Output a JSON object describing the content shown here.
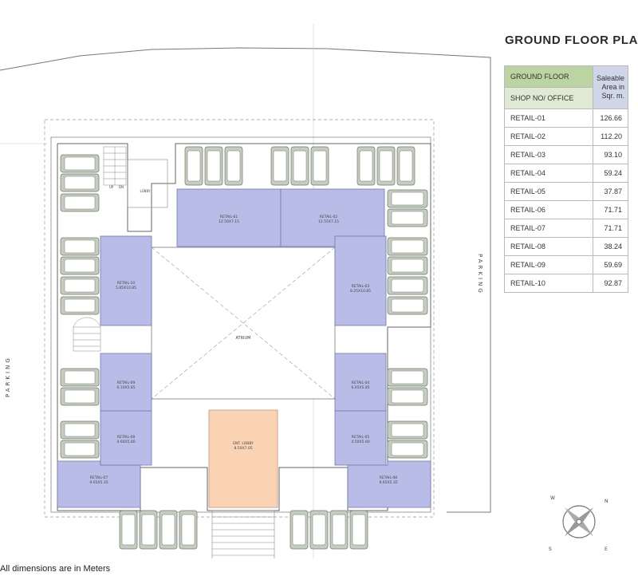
{
  "title": "GROUND FLOOR PLAN",
  "table": {
    "header_floor": "GROUND FLOOR",
    "header_shop": "SHOP NO/ OFFICE",
    "header_area": "Saleable Area in Sqr. m.",
    "rows": [
      {
        "unit": "RETAIL-01",
        "area": "126.66"
      },
      {
        "unit": "RETAIL-02",
        "area": "112.20"
      },
      {
        "unit": "RETAIL-03",
        "area": "93.10"
      },
      {
        "unit": "RETAIL-04",
        "area": "59.24"
      },
      {
        "unit": "RETAIL-05",
        "area": "37.87"
      },
      {
        "unit": "RETAIL-06",
        "area": "71.71"
      },
      {
        "unit": "RETAIL-07",
        "area": "71.71"
      },
      {
        "unit": "RETAIL-08",
        "area": "38.24"
      },
      {
        "unit": "RETAIL-09",
        "area": "59.69"
      },
      {
        "unit": "RETAIL-10",
        "area": "92.87"
      }
    ]
  },
  "plan": {
    "parking_left": "PARKING",
    "parking_right": "PARKING",
    "atrium": "ATRIUM",
    "lobby": "LOBBY",
    "stair_up": "UP",
    "stair_dn": "DN",
    "retail_labels": [
      {
        "name": "RETAIL-01",
        "dims": "12.50X7.15"
      },
      {
        "name": "RETAIL-02",
        "dims": "12.55X7.15"
      },
      {
        "name": "RETAIL-03",
        "dims": "8.25X10.85"
      },
      {
        "name": "RETAIL-04",
        "dims": "6.05X5.85"
      },
      {
        "name": "RETAIL-05",
        "dims": "4.50X5.60"
      },
      {
        "name": "RETAIL-06",
        "dims": "9.65X5.35"
      },
      {
        "name": "RETAIL-07",
        "dims": "9.65X5.35"
      },
      {
        "name": "RETAIL-08",
        "dims": "4.60X5.60"
      },
      {
        "name": "RETAIL-09",
        "dims": "6.10X5.85"
      },
      {
        "name": "RETAIL-10",
        "dims": "5.85X10.85"
      }
    ],
    "lobby_label": {
      "name": "ENT. LOBBY",
      "dims": "8.50X7.05"
    }
  },
  "footer_note": "All dimensions are in Meters",
  "compass_labels": {
    "n": "N",
    "e": "E",
    "s": "S",
    "w": "W"
  },
  "colors": {
    "retail": "#b8bce6",
    "lobby": "#f9d3b4",
    "parking_car": "#c5ccc0",
    "table_header_green": "#bcd3a2",
    "table_header_blue": "#cfd6e8"
  }
}
